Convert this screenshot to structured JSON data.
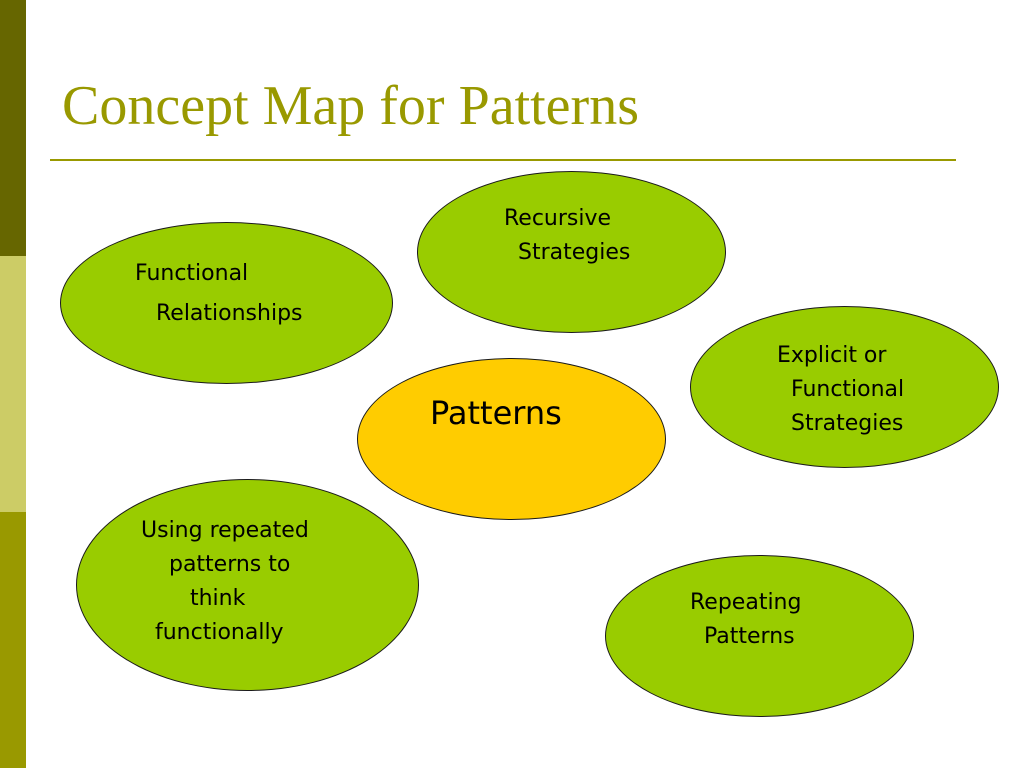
{
  "slide": {
    "title": "Concept Map for Patterns"
  },
  "nodes": {
    "functional_relationships": "Functional\n   Relationships",
    "recursive_strategies": "Recursive\n  Strategies",
    "explicit_strategies": "Explicit or\n  Functional\n  Strategies",
    "patterns": "Patterns",
    "using_repeated_patterns": "Using repeated\n    patterns to\n       think\n  functionally",
    "repeating_patterns": "Repeating\n  Patterns"
  },
  "colors": {
    "title": "#999900",
    "leaf_fill": "#99cc00",
    "center_fill": "#ffcc00",
    "sidebar_dark": "#666600",
    "sidebar_light": "#cccc66",
    "sidebar_mid": "#999900"
  }
}
